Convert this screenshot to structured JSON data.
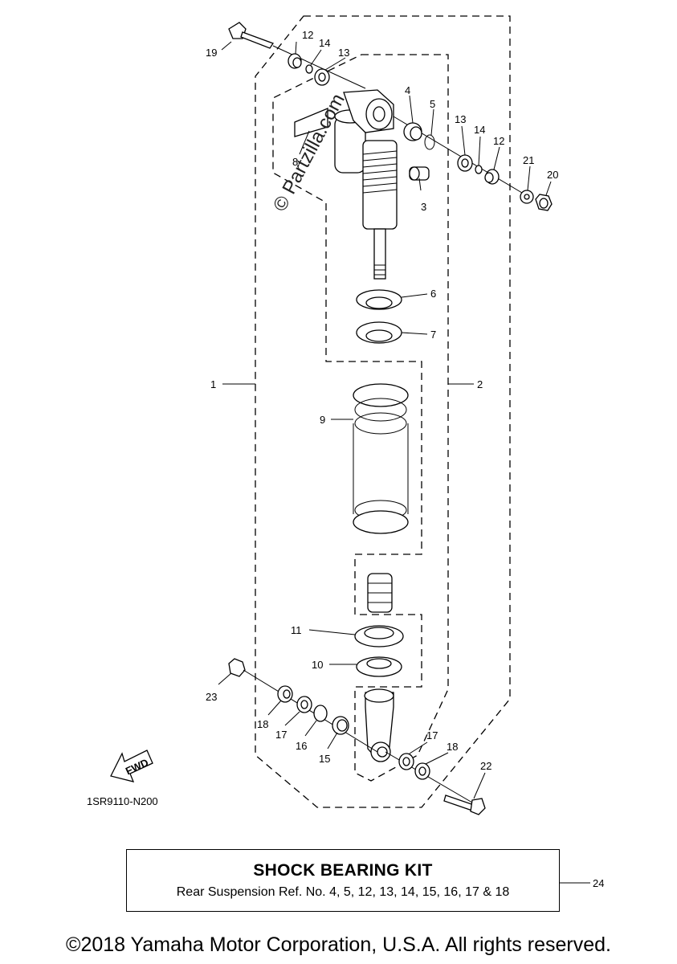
{
  "callouts": {
    "c1": "1",
    "c2": "2",
    "c3": "3",
    "c4": "4",
    "c5": "5",
    "c6": "6",
    "c7": "7",
    "c8": "8",
    "c9": "9",
    "c10": "10",
    "c11": "11",
    "c12a": "12",
    "c12b": "12",
    "c13a": "13",
    "c13b": "13",
    "c14a": "14",
    "c14b": "14",
    "c15": "15",
    "c16": "16",
    "c17a": "17",
    "c17b": "17",
    "c18a": "18",
    "c18b": "18",
    "c19": "19",
    "c20": "20",
    "c21": "21",
    "c22": "22",
    "c23": "23",
    "c24": "24"
  },
  "fwd_label": "FWD",
  "diagram_code": "1SR9110-N200",
  "watermark": "© Partzilla.com",
  "kit": {
    "title": "SHOCK BEARING KIT",
    "description": "Rear Suspension Ref. No. 4, 5, 12, 13, 14, 15, 16, 17 & 18"
  },
  "copyright": "©2018 Yamaha Motor Corporation, U.S.A. All rights reserved."
}
